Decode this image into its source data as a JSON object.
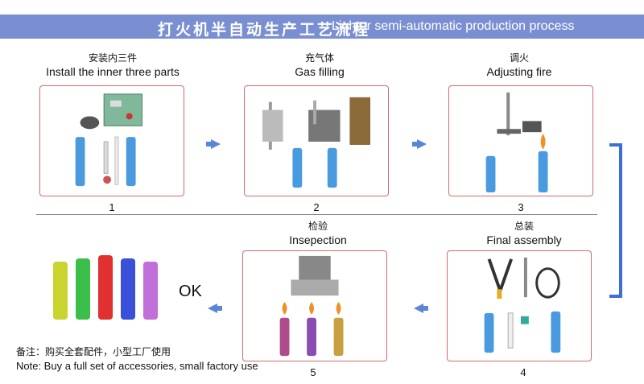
{
  "header": {
    "title_cn": "打火机半自动生产工艺流程",
    "title_en": "Lighter semi-automatic production process"
  },
  "steps": [
    {
      "number": "1",
      "label_cn": "安装内三件",
      "label_en": "Install the inner three parts"
    },
    {
      "number": "2",
      "label_cn": "充气体",
      "label_en": "Gas filling"
    },
    {
      "number": "3",
      "label_cn": "调火",
      "label_en": "Adjusting fire"
    },
    {
      "number": "4",
      "label_cn": "总装",
      "label_en": "Final assembly"
    },
    {
      "number": "5",
      "label_cn": "检验",
      "label_en": "Insepection"
    }
  ],
  "result_text": "OK",
  "note": {
    "cn": "备注：购买全套配件，小型工厂使用",
    "en": "Note: Buy a full set of accessories, small factory use"
  },
  "colors": {
    "banner": "#7a8fd2",
    "frame_border": "#d46a6a",
    "arrow": "#5b86d8",
    "bracket": "#3f6fd0",
    "lighter_blue": "#4a9ae0"
  },
  "icons": [
    "arrow-right-icon",
    "arrow-left-icon",
    "bracket-connector-icon"
  ]
}
